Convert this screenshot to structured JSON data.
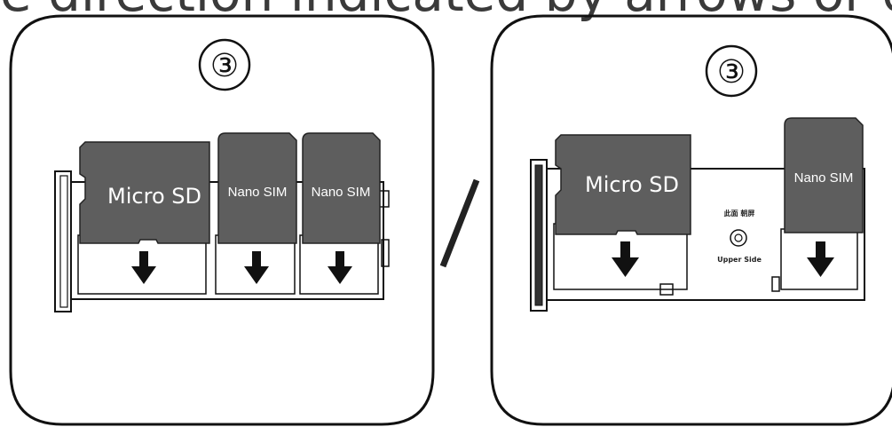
{
  "caption": "e direction indicated by arrows or d",
  "left_panel": {
    "step": "③",
    "cards": [
      {
        "label": "Micro SD"
      },
      {
        "label": "Nano SIM"
      },
      {
        "label": "Nano SIM"
      }
    ]
  },
  "right_panel": {
    "step": "③",
    "cards": [
      {
        "label": "Micro SD"
      },
      {
        "label": "Nano SIM"
      }
    ],
    "tray_text_cn": "此面 朝屏",
    "tray_text_en": "Upper Side"
  },
  "icons": [
    "down-arrow-icon",
    "divider-slash"
  ]
}
